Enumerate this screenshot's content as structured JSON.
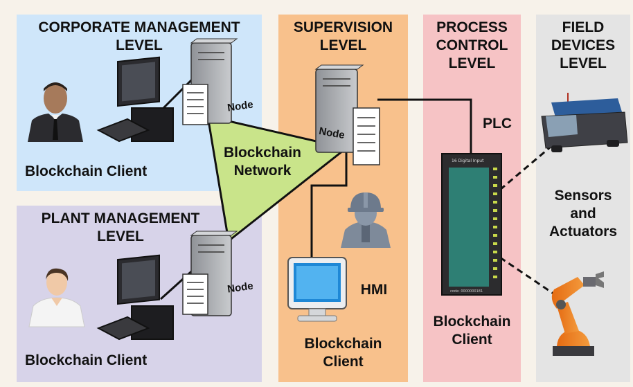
{
  "panels": {
    "corporate": {
      "title": "CORPORATE MANAGEMENT\nLEVEL"
    },
    "plant": {
      "title": "PLANT MANAGEMENT\nLEVEL"
    },
    "supervision": {
      "title": "SUPERVISION\nLEVEL"
    },
    "process": {
      "title": "PROCESS\nCONTROL\nLEVEL"
    },
    "field": {
      "title": "FIELD\nDEVICES\nLEVEL"
    }
  },
  "labels": {
    "corporate_client": "Blockchain Client",
    "plant_client": "Blockchain Client",
    "network": "Blockchain\nNetwork",
    "node": "Node",
    "hmi": "HMI",
    "supervision_client": "Blockchain\nClient",
    "plc": "PLC",
    "plc_client": "Blockchain\nClient",
    "sensors": "Sensors\nand\nActuators",
    "plc_module_header": "16 Digital  Input",
    "plc_module_code": "code: 0000000181"
  },
  "colors": {
    "corporate_bg": "#cfe6fa",
    "plant_bg": "#d7d3e9",
    "supervision_bg": "#f8c18c",
    "process_bg": "#f6c3c5",
    "field_bg": "#e4e4e4",
    "network_fill": "#c9e48a"
  }
}
